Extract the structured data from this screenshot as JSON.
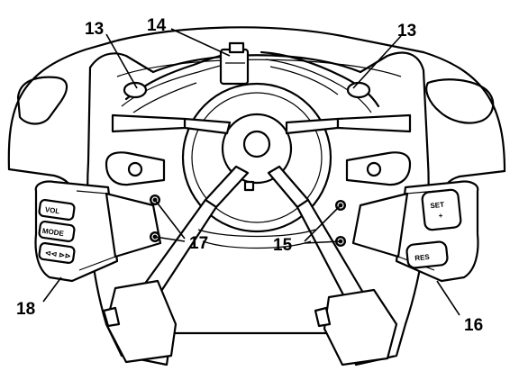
{
  "callouts": {
    "c13_left": "13",
    "c14": "14",
    "c13_right": "13",
    "c17": "17",
    "c15": "15",
    "c18": "18",
    "c16": "16"
  },
  "left_switch": {
    "vol": "VOL",
    "mode": "MODE",
    "seek": "⊲⊲ ⊳⊳"
  },
  "right_switch": {
    "set": "SET",
    "set_plus": "+",
    "res": "RES"
  }
}
